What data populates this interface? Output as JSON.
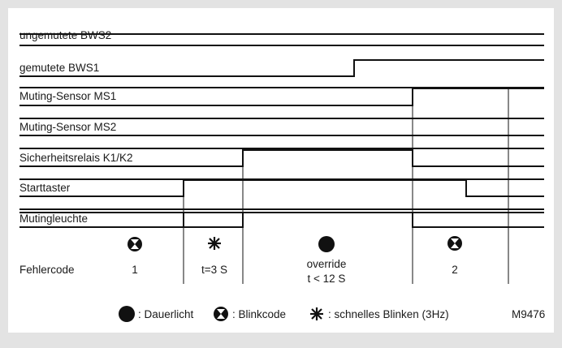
{
  "signals": [
    {
      "label": "ungemutete BWS2"
    },
    {
      "label": "gemutete BWS1"
    },
    {
      "label": "Muting-Sensor MS1"
    },
    {
      "label": "Muting-Sensor MS2"
    },
    {
      "label": "Sicherheitsrelais K1/K2"
    },
    {
      "label": "Starttaster"
    },
    {
      "label": "Mutingleuchte"
    }
  ],
  "fehlercode": {
    "label": "Fehlercode",
    "codes": [
      {
        "symbol": "blinkcode-icon",
        "line1": "1",
        "line2": ""
      },
      {
        "symbol": "star-icon",
        "line1": "",
        "line2": "t=3 S"
      },
      {
        "symbol": "dot-icon",
        "line1": "override",
        "line2": "t < 12 S"
      },
      {
        "symbol": "blinkcode-icon",
        "line1": "2",
        "line2": ""
      }
    ]
  },
  "legend": {
    "dauerlicht": ": Dauerlicht",
    "blinkcode": ": Blinkcode",
    "schnell": ": schnelles Blinken (3Hz)"
  },
  "figure_id": "M9476"
}
